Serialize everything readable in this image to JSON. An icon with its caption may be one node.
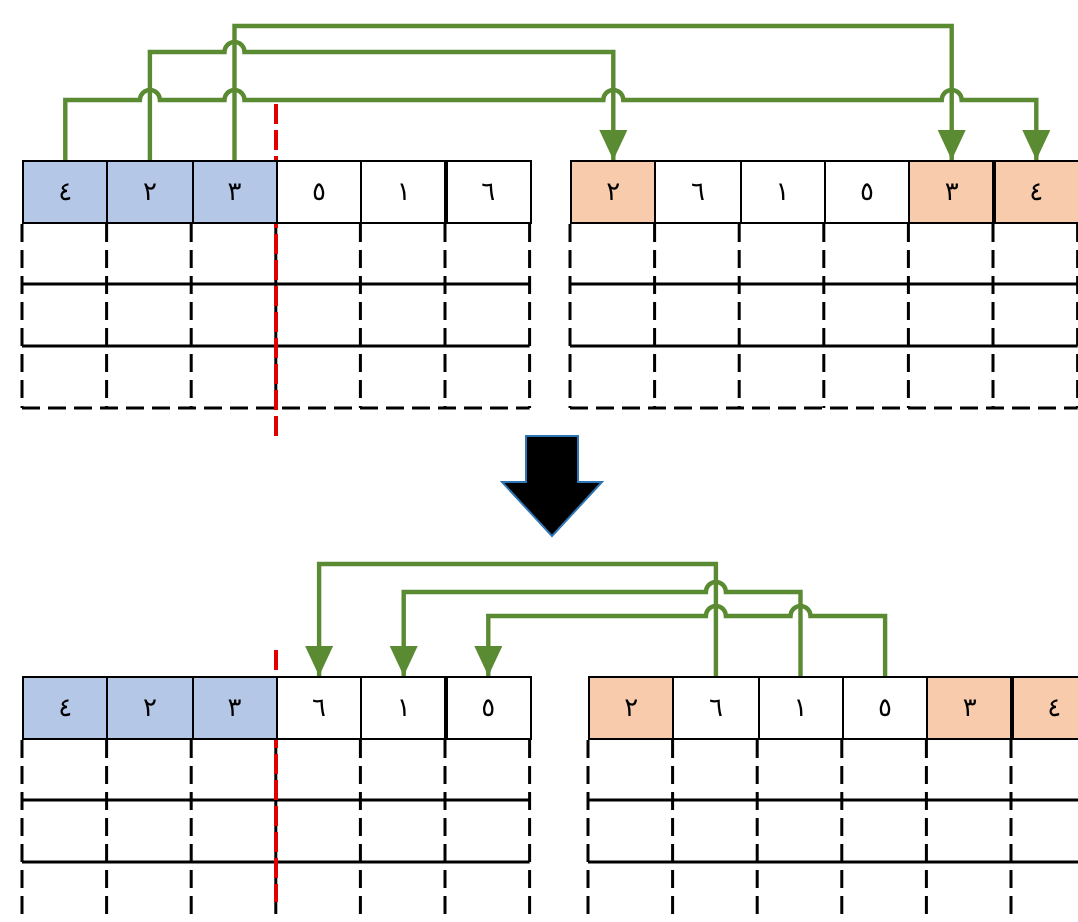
{
  "diagram": {
    "nodes": [
      {
        "text": [
          "٤"
        ]
      },
      {
        "text": [
          "٢"
        ]
      },
      {
        "text": [
          "٣"
        ]
      },
      {
        "text": [
          "٥"
        ]
      },
      {
        "text": [
          "١"
        ]
      },
      {
        "text": [
          "٦"
        ]
      },
      {
        "text": [
          "٢"
        ]
      },
      {
        "text": [
          "٦"
        ]
      },
      {
        "text": [
          "١"
        ]
      },
      {
        "text": [
          "٥"
        ]
      },
      {
        "text": [
          "٣"
        ]
      },
      {
        "text": [
          "٤"
        ]
      },
      {
        "text": [
          "٤"
        ]
      },
      {
        "text": [
          "٢"
        ]
      },
      {
        "text": [
          "٣"
        ]
      },
      {
        "text": [
          "٦"
        ]
      },
      {
        "text": [
          "١"
        ]
      },
      {
        "text": [
          "٥"
        ]
      },
      {
        "text": [
          "٢"
        ]
      },
      {
        "text": [
          "٦"
        ]
      },
      {
        "text": [
          "١"
        ]
      },
      {
        "text": [
          "٥"
        ]
      },
      {
        "text": [
          "٣"
        ]
      },
      {
        "text": [
          "٤"
        ]
      }
    ],
    "edges": [
      {
        "from": 2,
        "to": 10,
        "arrow": "to"
      },
      {
        "from": 1,
        "to": 6,
        "arrow": "to"
      },
      {
        "from": 0,
        "to": 11,
        "arrow": "to"
      },
      {
        "from": 19,
        "to": 15,
        "arrow": "to"
      },
      {
        "from": 20,
        "to": 16,
        "arrow": "to"
      },
      {
        "from": 21,
        "to": 17,
        "arrow": "to"
      }
    ]
  }
}
